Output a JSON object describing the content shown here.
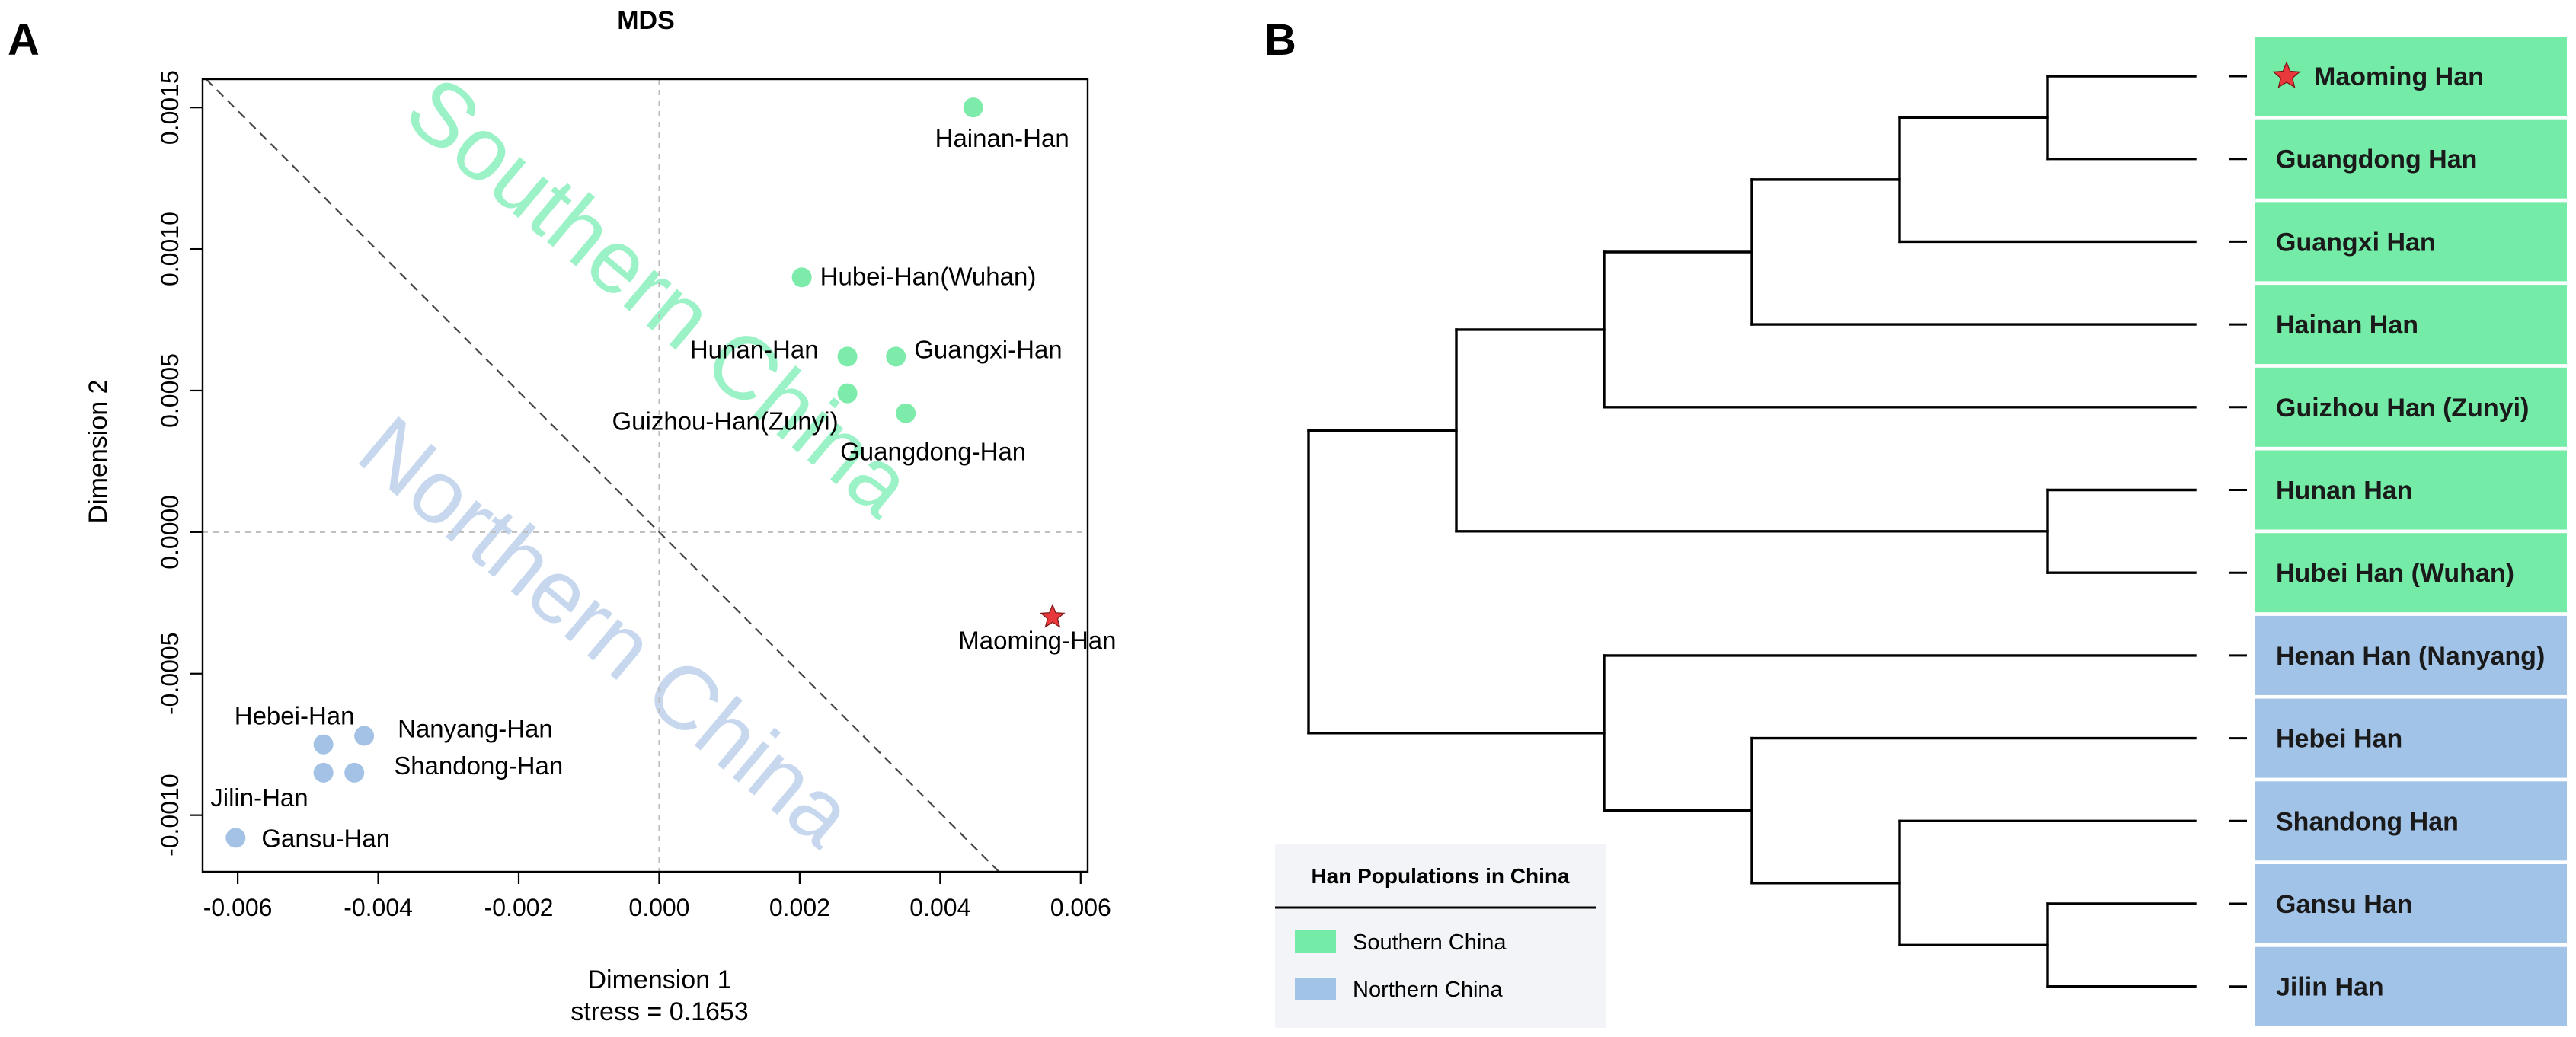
{
  "panels": {
    "a": {
      "letter": "A"
    },
    "b": {
      "letter": "B"
    }
  },
  "colors": {
    "southern": "#7deba9",
    "northern": "#a3c2e6",
    "southern_strip": "#74eba6",
    "northern_strip": "#a2c3e8",
    "star": "#e8383b",
    "watermark_south": "#9cf2c7",
    "watermark_north": "#c7d8ee"
  },
  "chart_data": [
    {
      "type": "scatter",
      "title": "MDS",
      "xlabel": "Dimension 1",
      "ylabel": "Dimension 2",
      "note": "stress = 0.1653",
      "xlim": [
        -0.0065,
        0.0061
      ],
      "ylim": [
        -0.0012,
        0.0016
      ],
      "xticks": [
        {
          "v": -0.006,
          "label": "-0.006"
        },
        {
          "v": -0.004,
          "label": "-0.004"
        },
        {
          "v": -0.002,
          "label": "-0.002"
        },
        {
          "v": 0.0,
          "label": "0.000"
        },
        {
          "v": 0.002,
          "label": "0.002"
        },
        {
          "v": 0.004,
          "label": "0.004"
        },
        {
          "v": 0.006,
          "label": "0.006"
        }
      ],
      "yticks": [
        {
          "v": -0.001,
          "label": "-0.0010"
        },
        {
          "v": -0.0005,
          "label": "-0.0005"
        },
        {
          "v": 0.0,
          "label": "0.0000"
        },
        {
          "v": 0.0005,
          "label": "0.0005"
        },
        {
          "v": 0.001,
          "label": "0.0010"
        },
        {
          "v": 0.0015,
          "label": "0.0015"
        }
      ],
      "region_labels": {
        "southern": "Southern China",
        "northern": "Northern China"
      },
      "points": [
        {
          "name": "Hainan-Han",
          "x": 0.00447,
          "y": 0.0015,
          "group": "southern",
          "marker": "circle"
        },
        {
          "name": "Hubei-Han(Wuhan)",
          "x": 0.00203,
          "y": 0.0009,
          "group": "southern",
          "marker": "circle"
        },
        {
          "name": "Hunan-Han",
          "x": 0.00268,
          "y": 0.00062,
          "group": "southern",
          "marker": "circle"
        },
        {
          "name": "Guangxi-Han",
          "x": 0.00337,
          "y": 0.00062,
          "group": "southern",
          "marker": "circle"
        },
        {
          "name": "Guizhou-Han(Zunyi)",
          "x": 0.00268,
          "y": 0.00049,
          "group": "southern",
          "marker": "circle"
        },
        {
          "name": "Guangdong-Han",
          "x": 0.00351,
          "y": 0.00042,
          "group": "southern",
          "marker": "circle"
        },
        {
          "name": "Maoming-Han",
          "x": 0.0056,
          "y": -0.0003,
          "group": "southern",
          "marker": "star"
        },
        {
          "name": "Hebei-Han",
          "x": -0.00478,
          "y": -0.00075,
          "group": "northern",
          "marker": "circle"
        },
        {
          "name": "Nanyang-Han",
          "x": -0.0042,
          "y": -0.00072,
          "group": "northern",
          "marker": "circle"
        },
        {
          "name": "Jilin-Han",
          "x": -0.00478,
          "y": -0.00085,
          "group": "northern",
          "marker": "circle"
        },
        {
          "name": "Shandong-Han",
          "x": -0.00434,
          "y": -0.00085,
          "group": "northern",
          "marker": "circle"
        },
        {
          "name": "Gansu-Han",
          "x": -0.00603,
          "y": -0.00108,
          "group": "northern",
          "marker": "circle"
        }
      ]
    },
    {
      "type": "dendrogram",
      "leaves": [
        {
          "label": "Maoming Han",
          "group": "southern",
          "star": true
        },
        {
          "label": "Guangdong Han",
          "group": "southern"
        },
        {
          "label": "Guangxi Han",
          "group": "southern"
        },
        {
          "label": "Hainan Han",
          "group": "southern"
        },
        {
          "label": "Guizhou Han (Zunyi)",
          "group": "southern"
        },
        {
          "label": "Hunan Han",
          "group": "southern"
        },
        {
          "label": "Hubei Han (Wuhan)",
          "group": "southern"
        },
        {
          "label": "Henan Han (Nanyang)",
          "group": "northern"
        },
        {
          "label": "Hebei Han",
          "group": "northern"
        },
        {
          "label": "Shandong Han",
          "group": "northern"
        },
        {
          "label": "Gansu Han",
          "group": "northern"
        },
        {
          "label": "Jilin Han",
          "group": "northern"
        }
      ],
      "merges": [
        {
          "a": 0,
          "b": 1,
          "h": 1
        },
        {
          "a": 5,
          "b": 6,
          "h": 1
        },
        {
          "a": 10,
          "b": 11,
          "h": 1
        },
        {
          "a": 12,
          "b": 2,
          "h": 2
        },
        {
          "a": 9,
          "b": 14,
          "h": 2
        },
        {
          "a": 15,
          "b": 3,
          "h": 3
        },
        {
          "a": 8,
          "b": 16,
          "h": 3
        },
        {
          "a": 17,
          "b": 4,
          "h": 4
        },
        {
          "a": 7,
          "b": 18,
          "h": 4
        },
        {
          "a": 19,
          "b": 13,
          "h": 5
        },
        {
          "a": 21,
          "b": 20,
          "h": 6
        }
      ],
      "legend": {
        "title": "Han Populations in China",
        "items": [
          {
            "label": "Southern China",
            "group": "southern"
          },
          {
            "label": "Northern China",
            "group": "northern"
          }
        ]
      }
    }
  ]
}
